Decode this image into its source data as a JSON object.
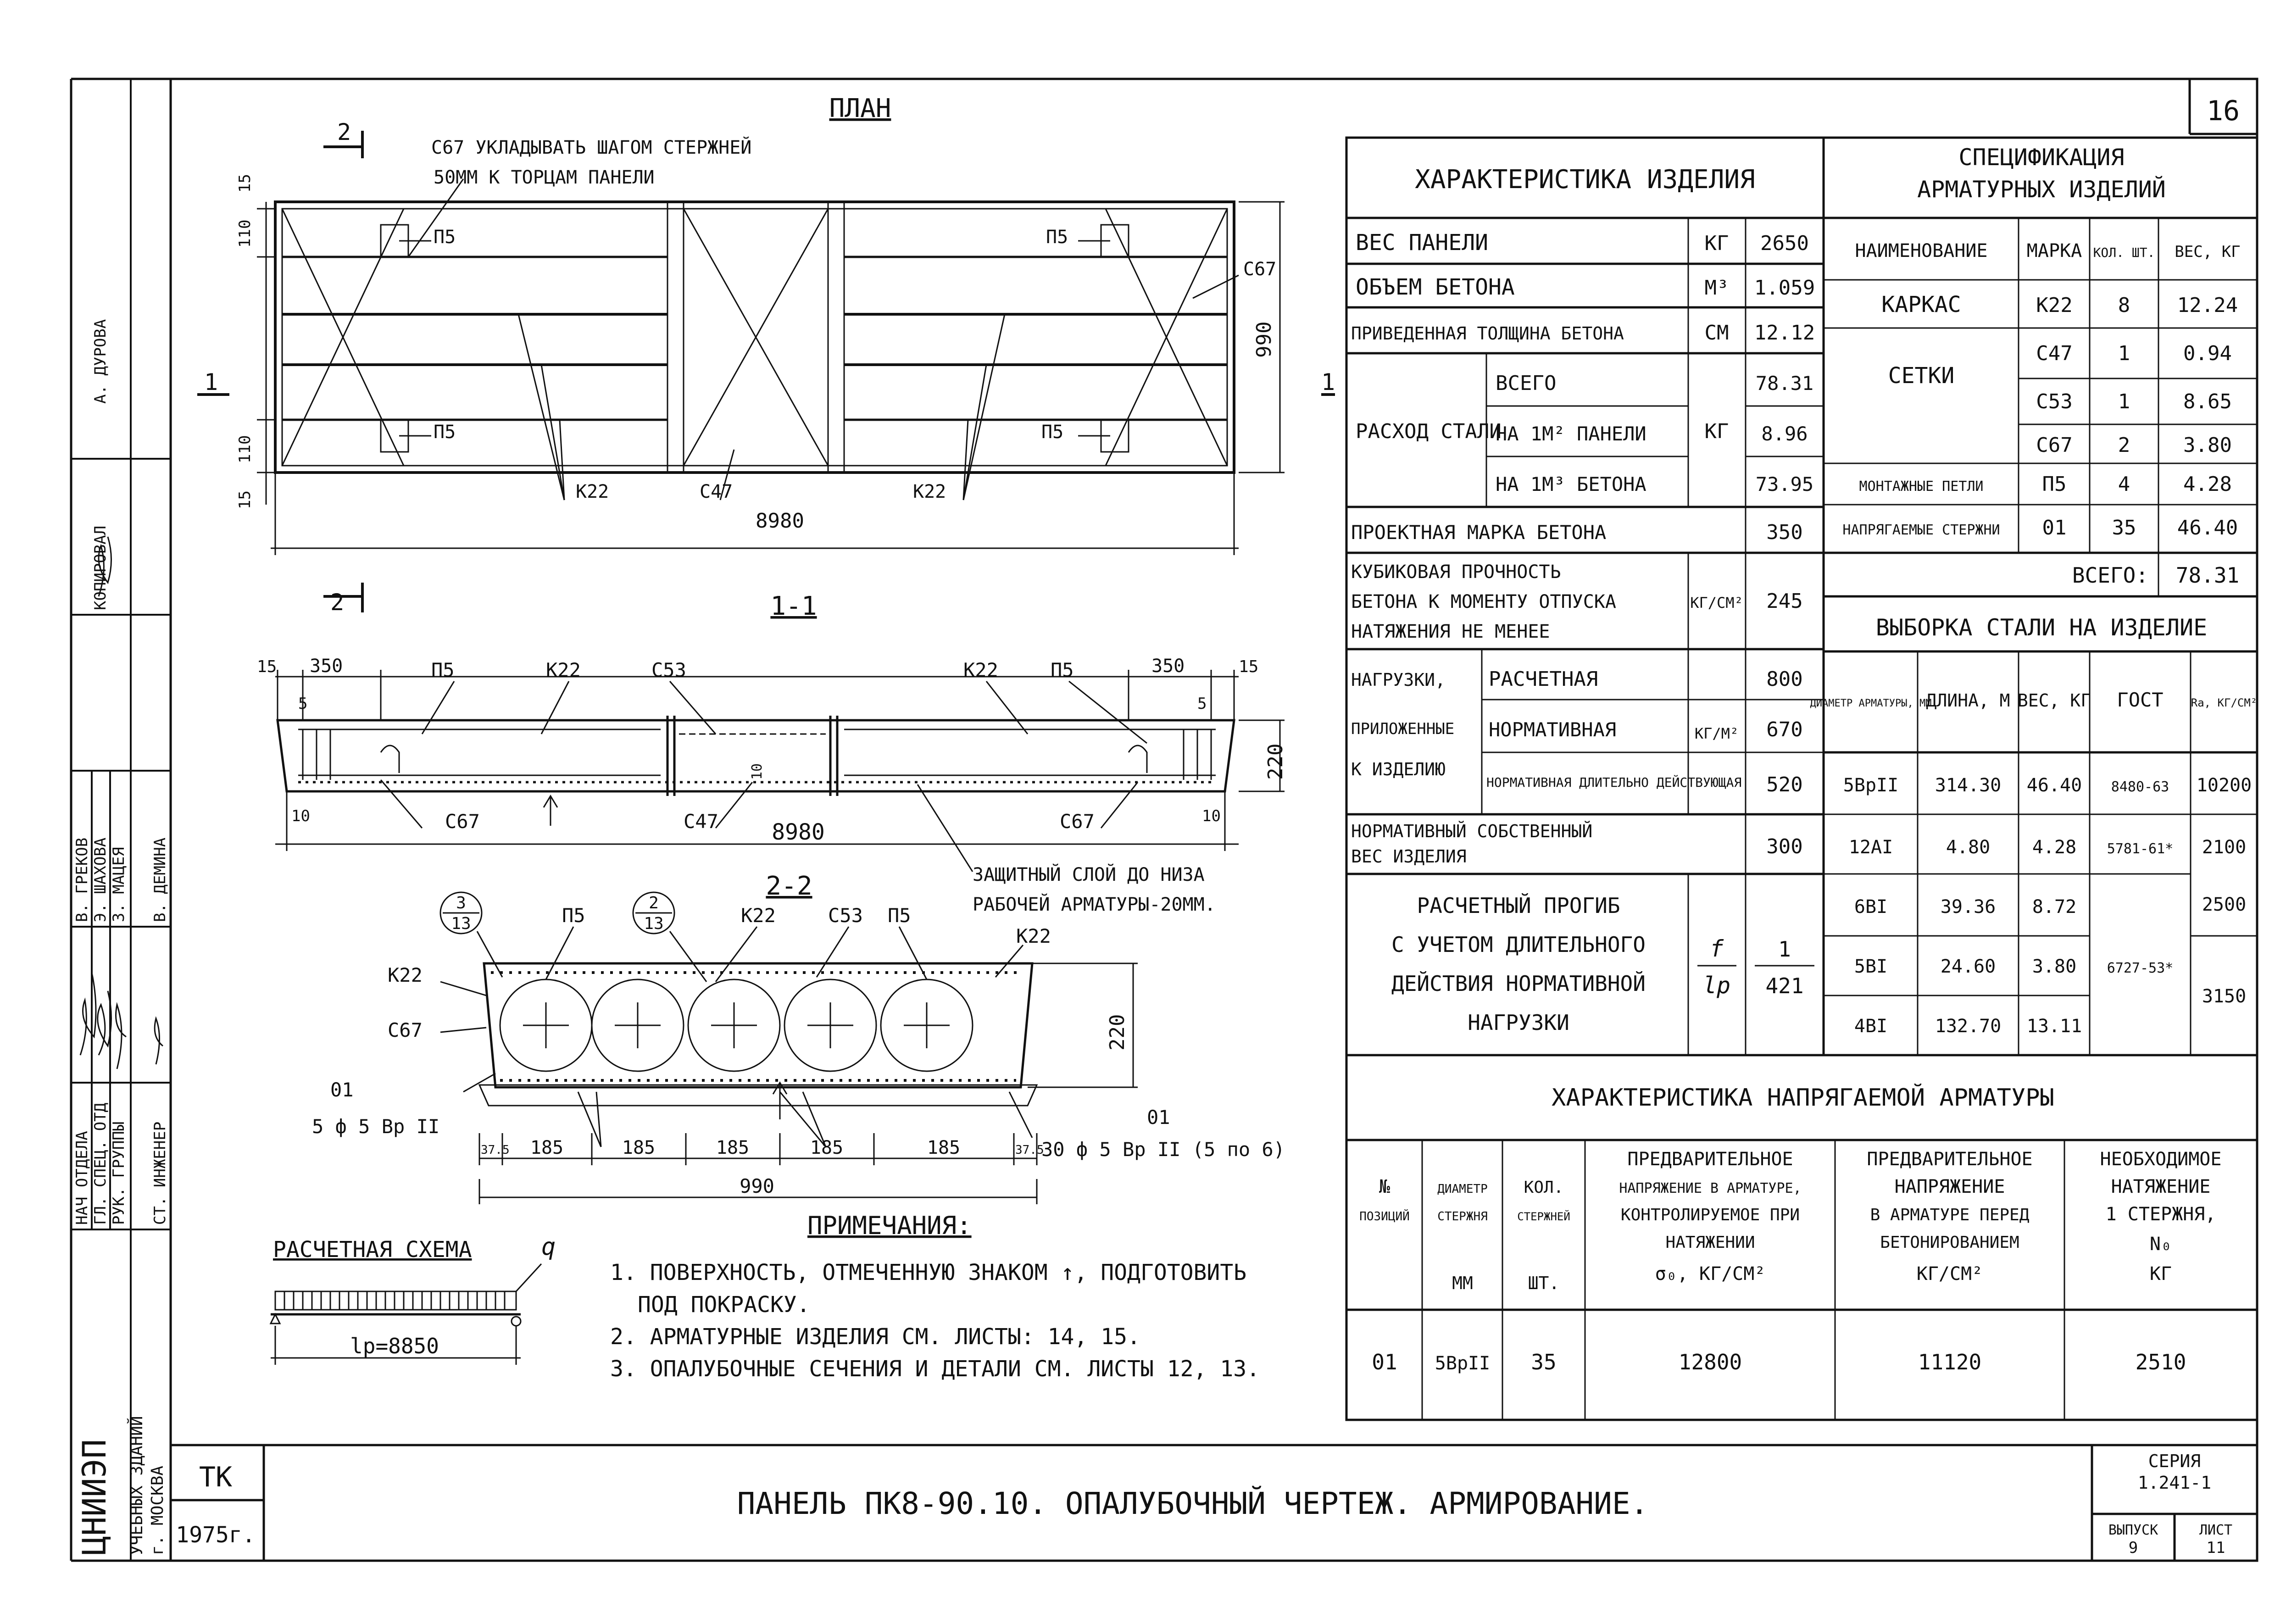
{
  "sheet": {
    "number": "16",
    "title": "ПАНЕЛЬ ПК8-90.10. ОПАЛУБОЧНЫЙ ЧЕРТЕЖ. АРМИРОВАНИЕ.",
    "org": "ТК",
    "year": "1975г.",
    "series_label": "СЕРИЯ",
    "series": "1.241-1",
    "issue_label": "ВЫПУСК",
    "issue": "9",
    "sheet_label": "ЛИСТ",
    "sheet_no": "11",
    "left_strip": {
      "institute": "ЦНИИЭП",
      "institute_sub": "УЧЕБНЫХ ЗДАНИЙ",
      "city": "г. МОСКВА",
      "roles": [
        "НАЧ ОТДЕЛА",
        "ГЛ. СПЕЦ. ОТД",
        "РУК. ГРУППЫ",
        "СТ. ИНЖЕНЕР"
      ],
      "names": [
        "В. ГРЕКОВ",
        "Э. ШАХОВА",
        "З. МАЦЕЯ",
        "В. ДЕМИНА"
      ],
      "copied_label": "КОПИРОВАЛ",
      "copied_name": "А. ДУРОВА"
    }
  },
  "plan": {
    "title": "ПЛАН",
    "note_line1": "С67 УКЛАДЫВАТЬ ШАГОМ СТЕРЖНЕЙ",
    "note_line2": "50ММ К ТОРЦАМ ПАНЕЛИ",
    "labels": {
      "p5": "П5",
      "c67": "С67",
      "k22": "К22",
      "c47": "С47"
    },
    "dims": {
      "length": "8980",
      "width": "990",
      "d110a": "110",
      "d15a": "15",
      "d110b": "110",
      "d15b": "15"
    },
    "cut_marks": {
      "s22": "2",
      "s11": "1"
    }
  },
  "section11": {
    "title": "1-1",
    "labels": {
      "p5": "П5",
      "k22": "К22",
      "c53": "С53",
      "c67": "С67",
      "c47": "С47",
      "ten": "10"
    },
    "dims": {
      "d15": "15",
      "d350": "350",
      "d5": "5",
      "d10": "10",
      "length": "8980",
      "height": "220"
    },
    "cover_note_line1": "ЗАЩИТНЫЙ СЛОЙ ДО НИЗА",
    "cover_note_line2": "РАБОЧЕЙ АРМАТУРЫ-20ММ."
  },
  "section22": {
    "title": "2-2",
    "bubble1_top": "3",
    "bubble1_bottom": "13",
    "bubble2_top": "2",
    "bubble2_bottom": "13",
    "labels": {
      "p5": "П5",
      "k22": "К22",
      "c53": "С53",
      "c67": "С67",
      "pos01": "01"
    },
    "strand_left": "5 ф 5 Вр II",
    "strand_right": "30 ф 5 Вр II (5 по 6)",
    "dims": {
      "edge": "37.5",
      "pitch": "185",
      "width": "990",
      "height": "220"
    }
  },
  "scheme": {
    "title": "РАСЧЕТНАЯ СХЕМА",
    "load": "q",
    "span": "lр=8850"
  },
  "notes": {
    "title": "ПРИМЕЧАНИЯ:",
    "items": [
      "1. ПОВЕРХНОСТЬ, ОТМЕЧЕННУЮ ЗНАКОМ ↑, ПОДГОТОВИТЬ",
      "ПОД ПОКРАСКУ.",
      "2. АРМАТУРНЫЕ ИЗДЕЛИЯ СМ. ЛИСТЫ: 14, 15.",
      "3. ОПАЛУБОЧНЫЕ СЕЧЕНИЯ И ДЕТАЛИ СМ. ЛИСТЫ 12, 13."
    ]
  },
  "char_table": {
    "title": "ХАРАКТЕРИСТИКА ИЗДЕЛИЯ",
    "rows": [
      [
        "ВЕС ПАНЕЛИ",
        "КГ",
        "2650"
      ],
      [
        "ОБЪЕМ БЕТОНА",
        "М³",
        "1.059"
      ],
      [
        "ПРИВЕДЕННАЯ ТОЛЩИНА БЕТОНА",
        "СМ",
        "12.12"
      ]
    ],
    "steel_label": "РАСХОД СТАЛИ",
    "steel_unit": "КГ",
    "steel_rows": [
      [
        "ВСЕГО",
        "78.31"
      ],
      [
        "НА 1М² ПАНЕЛИ",
        "8.96"
      ],
      [
        "НА 1М³ БЕТОНА",
        "73.95"
      ]
    ],
    "grade_label": "ПРОЕКТНАЯ МАРКА БЕТОНА",
    "grade_value": "350",
    "cube_line1": "КУБИКОВАЯ ПРОЧНОСТЬ",
    "cube_line2": "БЕТОНА К МОМЕНТУ ОТПУСКА",
    "cube_line3": "НАТЯЖЕНИЯ НЕ МЕНЕЕ",
    "cube_unit": "КГ/СМ²",
    "cube_value": "245",
    "loads_label_1": "НАГРУЗКИ,",
    "loads_label_2": "ПРИЛОЖЕННЫЕ",
    "loads_label_3": "К ИЗДЕЛИЮ",
    "loads_unit": "КГ/М²",
    "loads": [
      [
        "РАСЧЕТНАЯ",
        "800"
      ],
      [
        "НОРМАТИВНАЯ",
        "670"
      ],
      [
        "НОРМАТИВНАЯ ДЛИТЕЛЬНО ДЕЙСТВУЮЩАЯ",
        "520"
      ]
    ],
    "own_weight_line1": "НОРМАТИВНЫЙ СОБСТВЕННЫЙ",
    "own_weight_line2": "ВЕС ИЗДЕЛИЯ",
    "own_weight_value": "300",
    "defl_line1": "РАСЧЕТНЫЙ ПРОГИБ",
    "defl_line2": "С УЧЕТОМ ДЛИТЕЛЬНОГО",
    "defl_line3": "ДЕЙСТВИЯ НОРМАТИВНОЙ",
    "defl_line4": "НАГРУЗКИ",
    "defl_frac_top": "f",
    "defl_frac_bottom": "lр",
    "defl_value_top": "1",
    "defl_value_bottom": "421"
  },
  "spec_table": {
    "title_line1": "СПЕЦИФИКАЦИЯ",
    "title_line2": "АРМАТУРНЫХ ИЗДЕЛИЙ",
    "headers": [
      "НАИМЕНОВАНИЕ",
      "МАРКА",
      "КОЛ. ШТ.",
      "ВЕС, КГ"
    ],
    "rows": [
      [
        "КАРКАС",
        "К22",
        "8",
        "12.24"
      ],
      [
        "СЕТКИ",
        "С47",
        "1",
        "0.94"
      ],
      [
        "",
        "С53",
        "1",
        "8.65"
      ],
      [
        "",
        "С67",
        "2",
        "3.80"
      ],
      [
        "МОНТАЖНЫЕ ПЕТЛИ",
        "П5",
        "4",
        "4.28"
      ],
      [
        "НАПРЯГАЕМЫЕ СТЕРЖНИ",
        "01",
        "35",
        "46.40"
      ]
    ],
    "total_label": "ВСЕГО:",
    "total_value": "78.31"
  },
  "steel_table": {
    "title": "ВЫБОРКА СТАЛИ НА ИЗДЕЛИЕ",
    "headers": [
      "ДИАМЕТР АРМАТУРЫ, ММ",
      "ДЛИНА, М",
      "ВЕС, КГ",
      "ГОСТ",
      "Rа, КГ/СМ²"
    ],
    "rows": [
      [
        "5ВрII",
        "314.30",
        "46.40",
        "8480-63",
        "10200"
      ],
      [
        "12АI",
        "4.80",
        "4.28",
        "5781-61*",
        "2100"
      ],
      [
        "6ВI",
        "39.36",
        "8.72",
        "",
        "2500"
      ],
      [
        "5ВI",
        "24.60",
        "3.80",
        "6727-53*",
        "3150"
      ],
      [
        "4ВI",
        "132.70",
        "13.11",
        "",
        ""
      ]
    ]
  },
  "prestress_table": {
    "title": "ХАРАКТЕРИСТИКА НАПРЯГАЕМОЙ АРМАТУРЫ",
    "headers": [
      [
        "№",
        "ПОЗИЦИЙ"
      ],
      [
        "ДИАМЕТР",
        "СТЕРЖНЯ",
        "ММ"
      ],
      [
        "КОЛ.",
        "СТЕРЖНЕЙ",
        "ШТ."
      ],
      [
        "ПРЕДВАРИТЕЛЬНОЕ",
        "НАПРЯЖЕНИЕ В АРМАТУРЕ,",
        "КОНТРОЛИРУЕМОЕ ПРИ",
        "НАТЯЖЕНИИ",
        "σ₀, КГ/СМ²"
      ],
      [
        "ПРЕДВАРИТЕЛЬНОЕ",
        "НАПРЯЖЕНИЕ",
        "В АРМАТУРЕ ПЕРЕД",
        "БЕТОНИРОВАНИЕМ",
        "КГ/СМ²"
      ],
      [
        "НЕОБХОДИМОЕ",
        "НАТЯЖЕНИЕ",
        "1 СТЕРЖНЯ,",
        "N₀",
        "КГ"
      ]
    ],
    "row": [
      "01",
      "5ВрII",
      "35",
      "12800",
      "11120",
      "2510"
    ]
  }
}
